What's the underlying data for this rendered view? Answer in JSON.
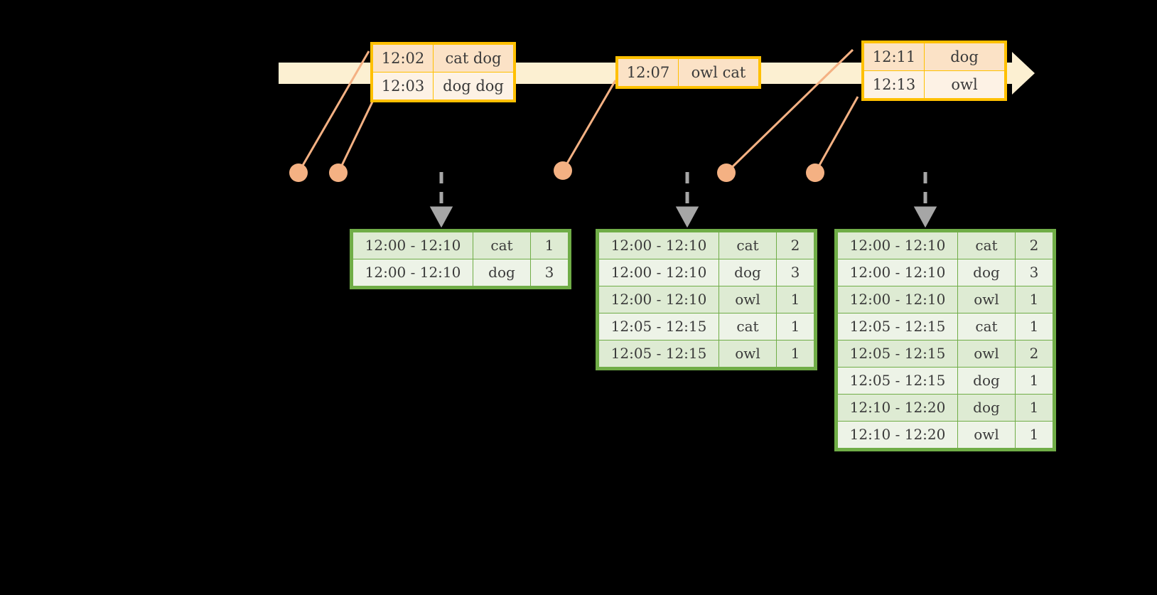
{
  "diagram": {
    "title": "streaming-window-aggregation",
    "timeline": {
      "name": "event-stream-timeline",
      "arrow_direction": "right",
      "bar_color": "#FCF0D2",
      "border_color": "#FFC000"
    },
    "events": [
      {
        "name": "event-box-1",
        "rows": [
          {
            "time": "12:02",
            "words": "cat dog"
          },
          {
            "time": "12:03",
            "words": "dog dog"
          }
        ]
      },
      {
        "name": "event-box-2",
        "rows": [
          {
            "time": "12:07",
            "words": "owl cat"
          }
        ]
      },
      {
        "name": "event-box-3",
        "rows": [
          {
            "time": "12:11",
            "words": "dog"
          },
          {
            "time": "12:13",
            "words": "owl"
          }
        ]
      }
    ],
    "dots": [
      {
        "name": "event-marker-1202"
      },
      {
        "name": "event-marker-1203"
      },
      {
        "name": "event-marker-1207"
      },
      {
        "name": "event-marker-1211"
      },
      {
        "name": "event-marker-1213"
      }
    ],
    "results": [
      {
        "name": "result-table-1",
        "rows": [
          {
            "window": "12:00 - 12:10",
            "key": "cat",
            "count": "1"
          },
          {
            "window": "12:00 - 12:10",
            "key": "dog",
            "count": "3"
          }
        ]
      },
      {
        "name": "result-table-2",
        "rows": [
          {
            "window": "12:00 - 12:10",
            "key": "cat",
            "count": "2"
          },
          {
            "window": "12:00 - 12:10",
            "key": "dog",
            "count": "3"
          },
          {
            "window": "12:00 - 12:10",
            "key": "owl",
            "count": "1"
          },
          {
            "window": "12:05 - 12:15",
            "key": "cat",
            "count": "1"
          },
          {
            "window": "12:05 - 12:15",
            "key": "owl",
            "count": "1"
          }
        ]
      },
      {
        "name": "result-table-3",
        "rows": [
          {
            "window": "12:00 - 12:10",
            "key": "cat",
            "count": "2"
          },
          {
            "window": "12:00 - 12:10",
            "key": "dog",
            "count": "3"
          },
          {
            "window": "12:00 - 12:10",
            "key": "owl",
            "count": "1"
          },
          {
            "window": "12:05 - 12:15",
            "key": "cat",
            "count": "1"
          },
          {
            "window": "12:05 - 12:15",
            "key": "owl",
            "count": "2"
          },
          {
            "window": "12:05 - 12:15",
            "key": "dog",
            "count": "1"
          },
          {
            "window": "12:10 - 12:20",
            "key": "dog",
            "count": "1"
          },
          {
            "window": "12:10 - 12:20",
            "key": "owl",
            "count": "1"
          }
        ]
      }
    ],
    "colors": {
      "accent_orange": "#FFC000",
      "dot": "#F4B183",
      "green": "#70AD47",
      "arrow_gray": "#A6A6A6",
      "background": "#000000"
    }
  }
}
